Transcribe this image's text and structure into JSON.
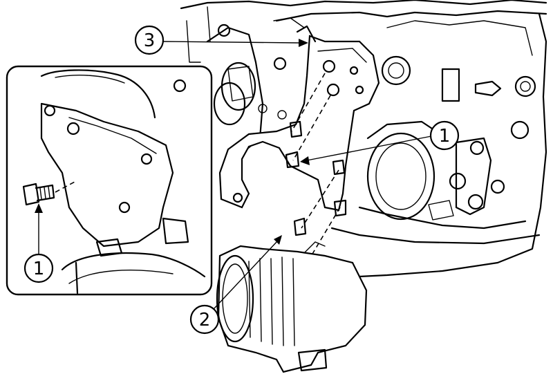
{
  "figure": {
    "callouts": [
      {
        "id": "callout-1-inset",
        "label": "1"
      },
      {
        "id": "callout-1-main",
        "label": "1"
      },
      {
        "id": "callout-2",
        "label": "2"
      },
      {
        "id": "callout-3",
        "label": "3"
      }
    ]
  }
}
